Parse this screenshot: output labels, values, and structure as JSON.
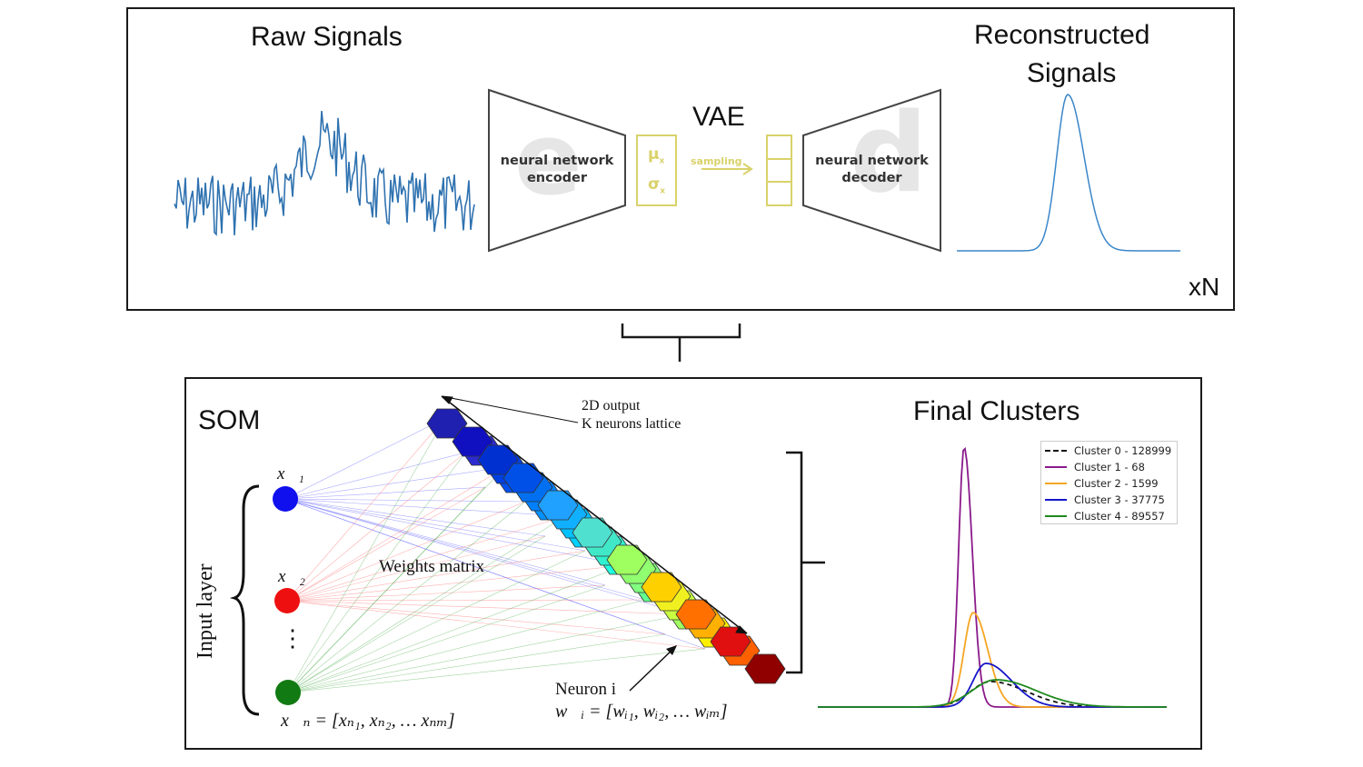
{
  "vae_panel": {
    "raw_title": "Raw Signals",
    "reconstructed_title_line1": "Reconstructed",
    "reconstructed_title_line2": "Signals",
    "vae_label": "VAE",
    "encoder_label_line1": "neural network",
    "encoder_label_line2": "encoder",
    "decoder_label_line1": "neural network",
    "decoder_label_line2": "decoder",
    "encoder_watermark": "e",
    "decoder_watermark": "d",
    "mu_label": "μ",
    "mu_sub": "x",
    "sigma_label": "σ",
    "sigma_sub": "x",
    "sampling_label": "sampling",
    "repeat_label": "xN",
    "accent_color": "#d9d26a",
    "signal_color": "#2f72b0"
  },
  "som_panel": {
    "title": "SOM",
    "input_layer_label": "Input layer",
    "x1_label": "x⃗₁",
    "x2_label": "x⃗₂",
    "dots_label": "⋮",
    "xn_label": "x⃗ₙ = [xₙ₁, xₙ₂, … xₙₘ]",
    "weights_label": "Weights matrix",
    "output_label_line1": "2D output",
    "output_label_line2": "K neurons lattice",
    "neuron_label_line1": "Neuron i",
    "neuron_label_line2": "w⃗ᵢ = [wᵢ₁, wᵢ₂, … wᵢₘ]",
    "node_colors": [
      "#1010ee",
      "#ee1010",
      "#127a12"
    ]
  },
  "clusters_panel": {
    "title": "Final Clusters",
    "legend": [
      {
        "label": "Cluster 0 - 128999",
        "color": "#111111",
        "dashed": true
      },
      {
        "label": "Cluster 1 - 68",
        "color": "#8b1a8b",
        "dashed": false
      },
      {
        "label": "Cluster 2 - 1599",
        "color": "#f5a623",
        "dashed": false
      },
      {
        "label": "Cluster 3 - 37775",
        "color": "#1515c8",
        "dashed": false
      },
      {
        "label": "Cluster 4 - 89557",
        "color": "#1e8a1e",
        "dashed": false
      }
    ]
  }
}
